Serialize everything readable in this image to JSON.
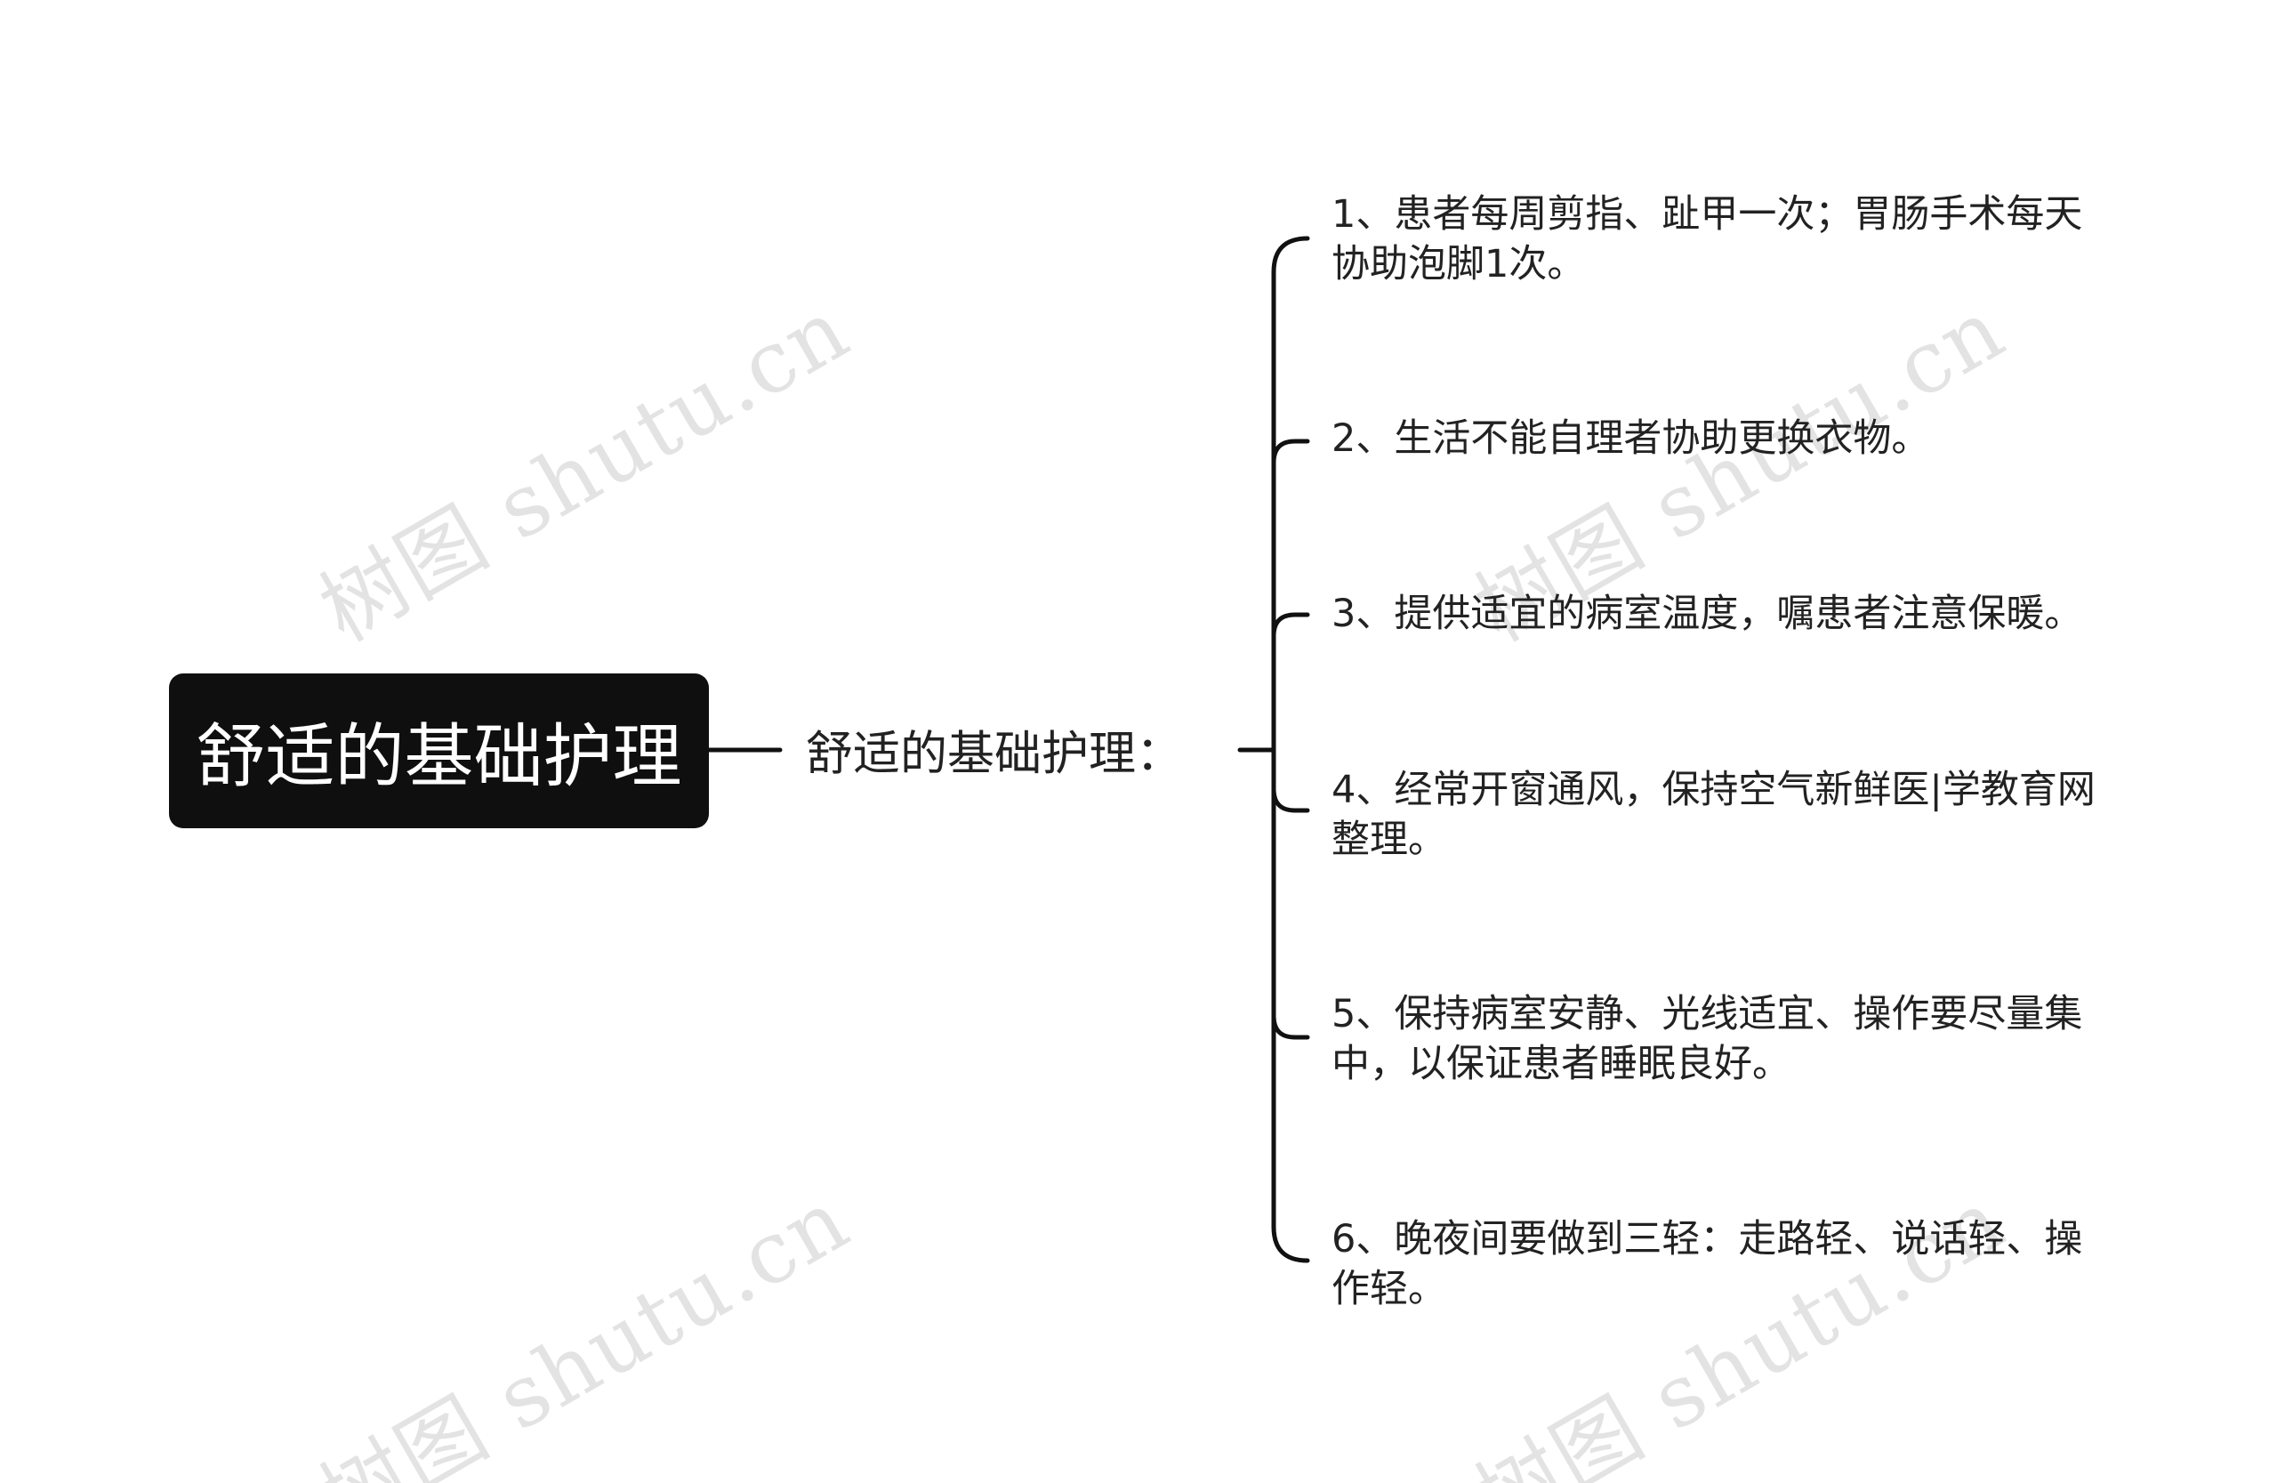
{
  "root": {
    "label": "舒适的基础护理"
  },
  "branch": {
    "label": "舒适的基础护理："
  },
  "items": [
    {
      "lines": [
        "1、患者每周剪指、趾甲一次；胃肠手术每天",
        "协助泡脚1次。"
      ]
    },
    {
      "lines": [
        "2、生活不能自理者协助更换衣物。"
      ]
    },
    {
      "lines": [
        "3、提供适宜的病室温度，嘱患者注意保暖。"
      ]
    },
    {
      "lines": [
        "4、经常开窗通风，保持空气新鲜医|学教育网",
        "整理。"
      ]
    },
    {
      "lines": [
        "5、保持病室安静、光线适宜、操作要尽量集",
        "中，以保证患者睡眠良好。"
      ]
    },
    {
      "lines": [
        "6、晚夜间要做到三轻：走路轻、说话轻、操",
        "作轻。"
      ]
    }
  ],
  "watermark": {
    "text": "树图 shutu.cn"
  },
  "colors": {
    "root_fill": "#0f0f0f",
    "root_text": "#ffffff",
    "connector": "#111111",
    "text": "#222222",
    "background": "#ffffff"
  }
}
